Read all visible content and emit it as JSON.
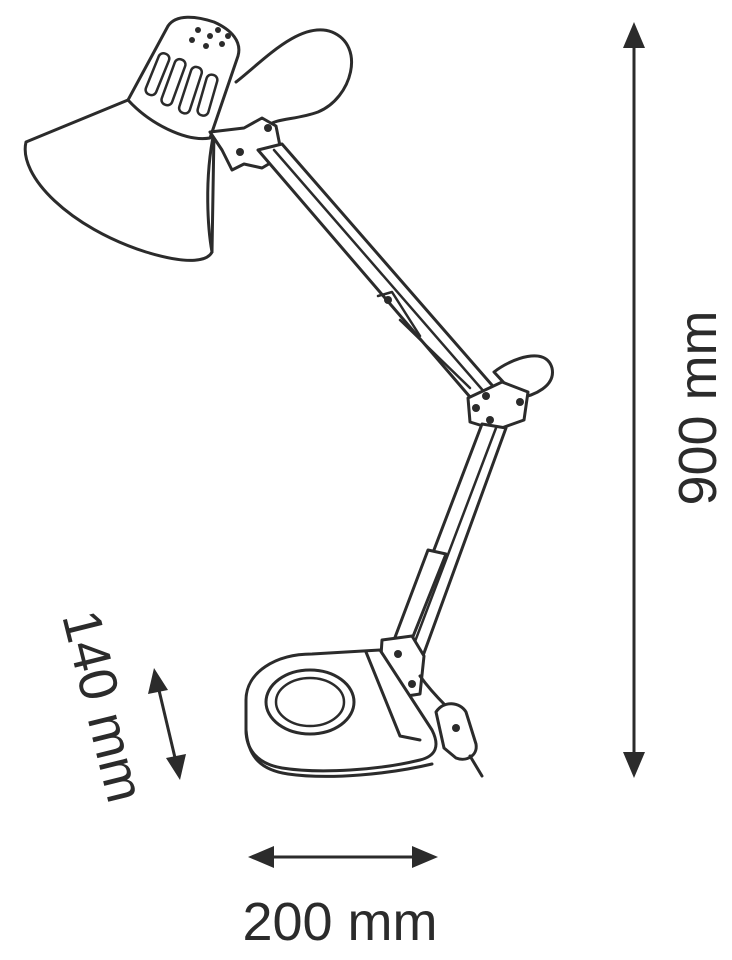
{
  "dimensions": {
    "height_label": "900 mm",
    "base_depth_label": "140 mm",
    "base_width_label": "200 mm"
  },
  "colors": {
    "line": "#2b2b2b",
    "background": "#ffffff"
  },
  "icon": "desk-lamp-line-drawing"
}
